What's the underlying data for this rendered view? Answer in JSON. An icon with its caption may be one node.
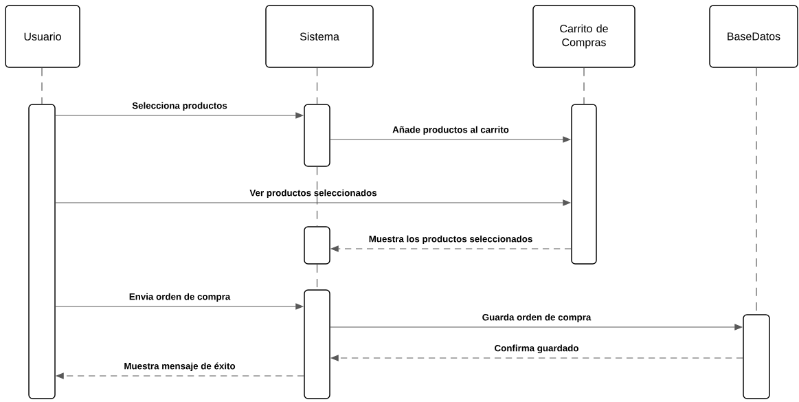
{
  "diagram": {
    "nodes": [
      {
        "text": [
          "Usuario"
        ]
      },
      {
        "text": [
          "Sistema"
        ]
      },
      {
        "text": [
          "Carrito de Compras"
        ]
      },
      {
        "text": [
          "BaseDatos"
        ]
      },
      {
        "text": [],
        "shape": "bar"
      },
      {
        "text": [],
        "shape": "bar"
      },
      {
        "text": [],
        "shape": "bar"
      },
      {
        "text": [],
        "shape": "bar"
      },
      {
        "text": [],
        "shape": "bar"
      },
      {
        "text": [],
        "shape": "bar"
      }
    ],
    "edges": [
      {
        "from": 4,
        "to": 5,
        "arrow": "to",
        "label": "Selecciona productos"
      },
      {
        "from": 5,
        "to": 6,
        "arrow": "to",
        "label": "Añade productos al carrito"
      },
      {
        "from": 4,
        "to": 6,
        "arrow": "to",
        "label": "Ver productos seleccionados"
      },
      {
        "from": 6,
        "to": 7,
        "arrow": "to",
        "label": "Muestra los productos seleccionados",
        "style": "dashed"
      },
      {
        "from": 4,
        "to": 8,
        "arrow": "to",
        "label": "Envia orden de compra"
      },
      {
        "from": 8,
        "to": 9,
        "arrow": "to",
        "label": "Guarda orden de compra"
      },
      {
        "from": 9,
        "to": 8,
        "arrow": "to",
        "label": "Confirma guardado",
        "style": "dashed"
      },
      {
        "from": 8,
        "to": 4,
        "arrow": "to",
        "label": "Muestra mensaje de éxito",
        "style": "dashed"
      },
      {
        "from": 0,
        "to": 4,
        "arrow": "none",
        "style": "dashed"
      },
      {
        "from": 1,
        "to": 5,
        "arrow": "none",
        "style": "dashed"
      },
      {
        "from": 5,
        "to": 7,
        "arrow": "none",
        "style": "dashed"
      },
      {
        "from": 7,
        "to": 8,
        "arrow": "none",
        "style": "dashed"
      },
      {
        "from": 2,
        "to": 6,
        "arrow": "none",
        "style": "dashed"
      },
      {
        "from": 3,
        "to": 9,
        "arrow": "none",
        "style": "dashed"
      }
    ]
  }
}
